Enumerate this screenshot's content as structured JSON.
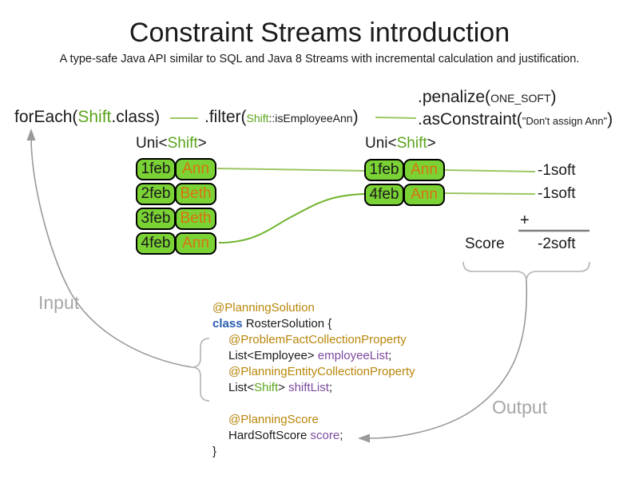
{
  "colors": {
    "accent_green": "#5aa41c",
    "cell_fill_green": "#7bd235",
    "connector_green_light": "#9cc763",
    "connector_green": "#6fb32c",
    "name_orange": "#d9730d",
    "annotation_gold": "#b8860b",
    "keyword_blue": "#2a5db0",
    "field_purple": "#7d4a9e",
    "arrow_gray": "#999999",
    "label_gray": "#a6a6a6",
    "text_black": "#1a1a1a",
    "sum_line_gray": "#7f7f7f"
  },
  "header": {
    "title": "Constraint Streams introduction",
    "subtitle": "A type-safe Java API similar to SQL and Java 8 Streams with incremental calculation and justification."
  },
  "stream": {
    "foreach_pre": "forEach(",
    "foreach_class": "Shift",
    "foreach_post": ".class)",
    "filter_pre": ".filter(",
    "filter_arg_class": "Shift",
    "filter_arg_method": "::isEmployeeAnn",
    "filter_post": ")",
    "penalize_pre": ".penalize(",
    "penalize_arg": "ONE_SOFT",
    "penalize_post": ")",
    "asconstraint_pre": ".asConstraint(",
    "asconstraint_arg": "\"Don't assign Ann\"",
    "asconstraint_post": ")"
  },
  "left_stream": {
    "label_pre": "Uni<",
    "label_type": "Shift",
    "label_post": ">",
    "rows": [
      {
        "date": "1feb",
        "name": "Ann"
      },
      {
        "date": "2feb",
        "name": "Beth"
      },
      {
        "date": "3feb",
        "name": "Beth"
      },
      {
        "date": "4feb",
        "name": "Ann"
      }
    ]
  },
  "right_stream": {
    "label_pre": "Uni<",
    "label_type": "Shift",
    "label_post": ">",
    "rows": [
      {
        "date": "1feb",
        "name": "Ann"
      },
      {
        "date": "4feb",
        "name": "Ann"
      }
    ]
  },
  "score_panel": {
    "penalties": [
      "-1soft",
      "-1soft"
    ],
    "plus_sign": "+",
    "score_label": "Score",
    "total": "-2soft"
  },
  "flow_labels": {
    "input": "Input",
    "output": "Output"
  },
  "code": {
    "annotation_solution": "@PlanningSolution",
    "keyword_class": "class",
    "class_name": " RosterSolution {",
    "annotation_problem_fact": "@ProblemFactCollectionProperty",
    "employee_decl_type": "List<Employee> ",
    "employee_field": "employeeList",
    "semicolon": ";",
    "annotation_planning_entity": "@PlanningEntityCollectionProperty",
    "shift_decl_pre": "List<",
    "shift_decl_type": "Shift",
    "shift_decl_post": "> ",
    "shift_field": "shiftList",
    "annotation_planning_score": "@PlanningScore",
    "score_decl_type": "HardSoftScore ",
    "score_field": "score",
    "closing_brace": "}"
  }
}
